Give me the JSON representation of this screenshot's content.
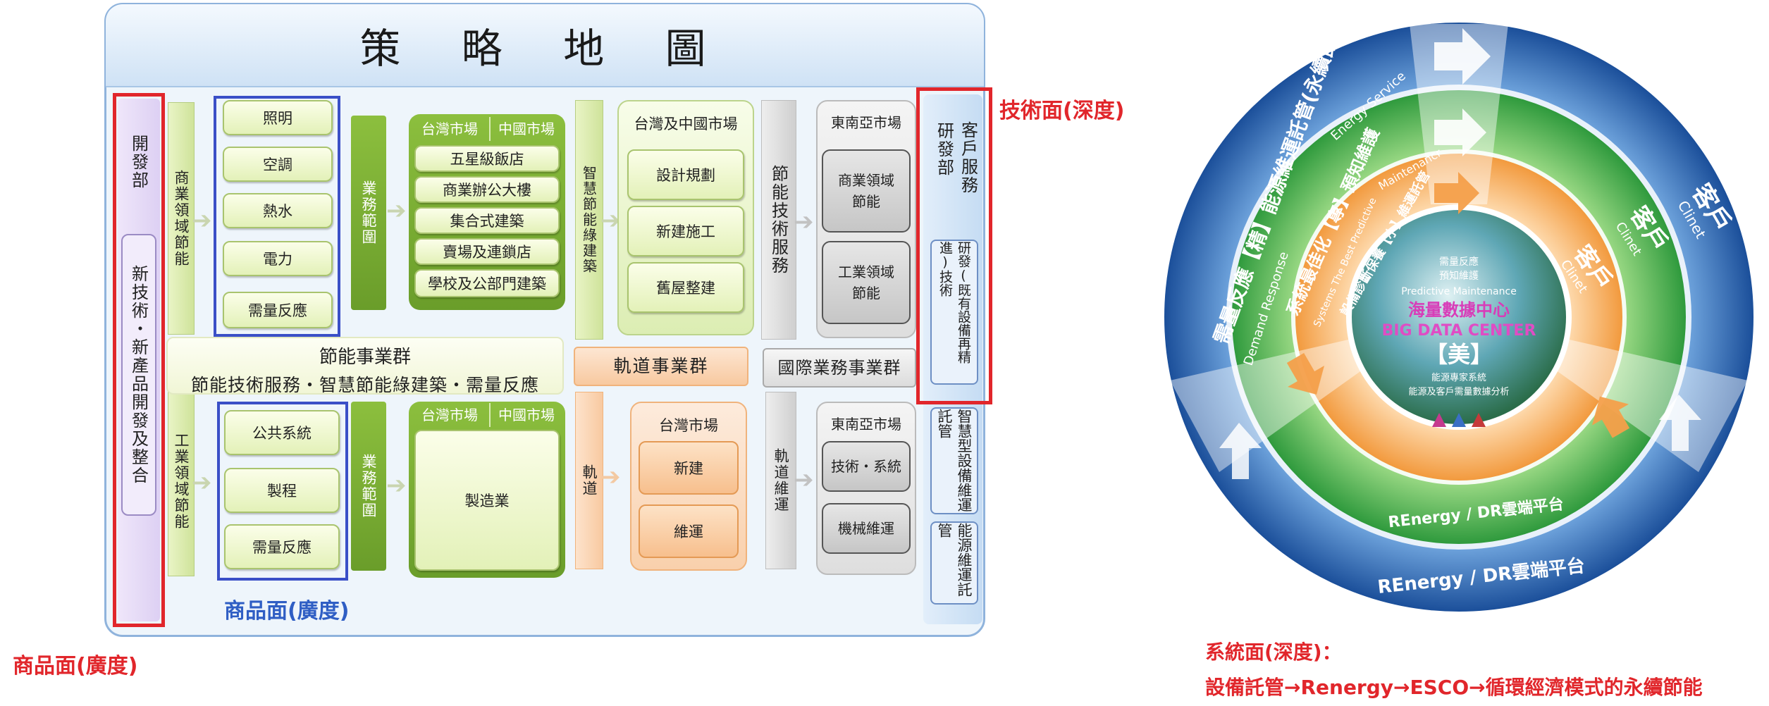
{
  "title": "策 略 地 圖",
  "rd": {
    "dept": "開發部",
    "sub": "新技術・新產品開發及整合"
  },
  "energy": {
    "commercial_label": "商業領域節能",
    "industrial_label": "工業領域節能",
    "top_products": [
      "照明",
      "空調",
      "熱水",
      "電力",
      "需量反應"
    ],
    "bottom_products": [
      "公共系統",
      "製程",
      "需量反應"
    ],
    "scope": "業務範圍",
    "market_tw": "台灣市場",
    "market_cn": "中國市場",
    "top_markets": [
      "五星級飯店",
      "商業辦公大樓",
      "集合式建築",
      "賣場及連鎖店",
      "學校及公部門建築"
    ],
    "bottom_market": "製造業",
    "group_title": "節能事業群",
    "group_subtitle": "節能技術服務・智慧節能綠建築・需量反應"
  },
  "smart_building": {
    "label": "智慧節能綠建築",
    "header": "台灣及中國市場",
    "items": [
      "設計規劃",
      "新建施工",
      "舊屋整建"
    ]
  },
  "rail": {
    "group": "軌道事業群",
    "label": "軌道",
    "header": "台灣市場",
    "items": [
      "新建",
      "維運"
    ]
  },
  "intl": {
    "tech_service": "節能技術服務",
    "sea_header": "東南亞市場",
    "top_items": [
      "商業領域節能",
      "工業領域節能"
    ],
    "group": "國際業務事業群",
    "rail_maint": "軌道維運",
    "sea_header2": "東南亞市場",
    "bottom_items": [
      "技術・系統",
      "機械維運"
    ]
  },
  "service": {
    "rd": "研發部",
    "customer": "客戶服務",
    "rd_box": "研發(既有設備再精進)技術",
    "smart_mgmt": "智慧型設備維運託管",
    "energy_mgmt": "能源維運託管"
  },
  "annotations": {
    "tech_depth": "技術面(深度)",
    "product_breadth_inner": "商品面(廣度)",
    "product_breadth_outer": "商品面(廣度)",
    "system_depth": "系統面(深度)：",
    "system_path": "設備託管→Renergy→ESCO→循環經濟模式的永續節能"
  },
  "circle": {
    "outer_ring_text": "需量反應【精】能源維運託管(永續節能)",
    "outer_ring_text_en": "Demand Response",
    "outer_ring_text_en2": "Energy Service",
    "middle_ring_text": "系統最佳化【專】預知維護",
    "middle_ring_text_en": "Maintenancr",
    "middle_ring_text_en2": "Systems The Best Predictive",
    "inner_ring_text": "設備診斷保養【小】維運託管",
    "customer_outer": "客戶",
    "customer_mid": "客戶",
    "customer_inner": "客戶",
    "customer_en": "Clinet",
    "platform": "REnergy / DR雲端平台",
    "platform_inner": "REnergy / DR雲端平台",
    "center_title": "海量數據中心",
    "center_en": "BIG DATA CENTER",
    "center_mark": "【美】",
    "center_top1": "需量反應",
    "center_top2": "預知維護",
    "center_top3": "Predictive Maintenance",
    "center_bottom1": "能源專家系統",
    "center_bottom2": "能源及客戶需量數據分析",
    "colors": {
      "outer": "#1f63b5",
      "middle": "#3fa84a",
      "inner": "#f6a04a",
      "center": "#2b7f6e"
    }
  }
}
